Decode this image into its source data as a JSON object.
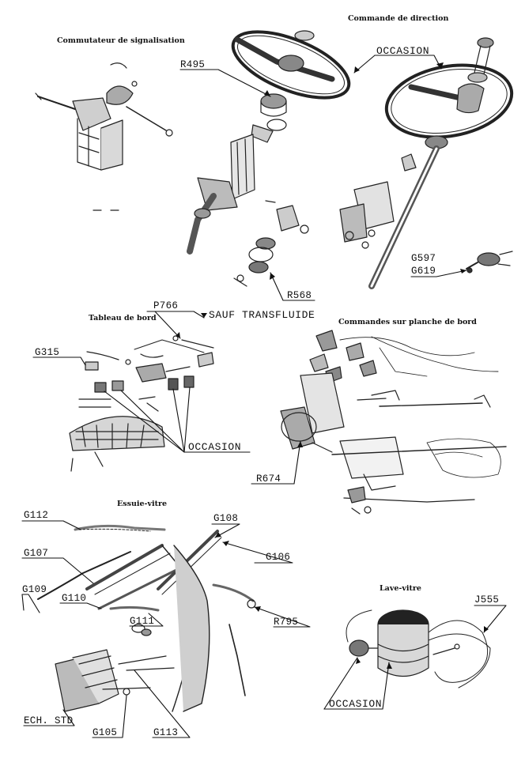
{
  "sections": {
    "commutateur": "Commutateur de signalisation",
    "direction": "Commande de direction",
    "tableau": "Tableau de bord",
    "planche": "Commandes sur planche de bord",
    "essuie": "Essuie-vitre",
    "lave": "Lave-vitre"
  },
  "labels": {
    "r495": "R495",
    "occasion_direction": "OCCASION",
    "r568": "R568",
    "g597": "G597",
    "g619": "G619",
    "p766": "P766",
    "sauf_transfluide": "SAUF TRANSFLUIDE",
    "g315": "G315",
    "occasion_tableau": "OCCASION",
    "r674": "R674",
    "g112": "G112",
    "g108": "G108",
    "g107": "G107",
    "g106": "G106",
    "g109": "G109",
    "g110": "G110",
    "g111": "G111",
    "r795": "R795",
    "ech_std": "ECH. STD",
    "g105": "G105",
    "g113": "G113",
    "j555": "J555",
    "occasion_lave": "OCCASION"
  }
}
